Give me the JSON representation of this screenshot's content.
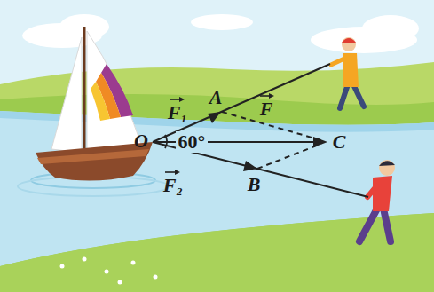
{
  "diagram": {
    "labels": [
      "F₁",
      "A",
      "O",
      "60°",
      "F",
      "C",
      "B",
      "F₂"
    ]
  }
}
